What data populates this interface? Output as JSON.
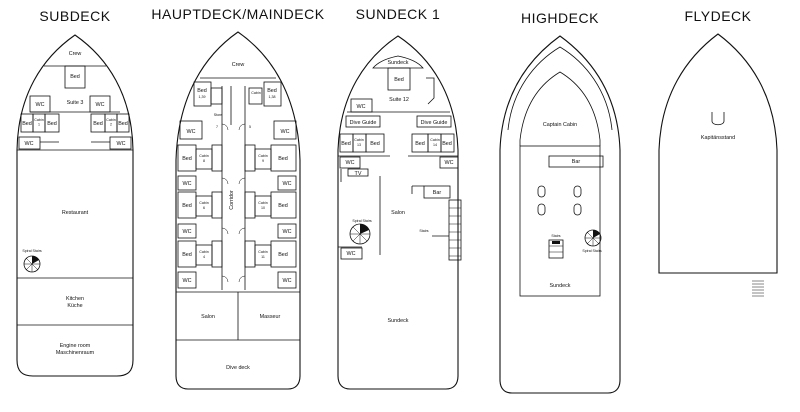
{
  "decks": {
    "subdeck": {
      "title": "SUBDECK",
      "crew": "Crew",
      "bed": "Bed",
      "suite": "Suite 3",
      "wc": "WC",
      "cabin_1": "Cabin\n1",
      "cabin_2": "Cabin\n2",
      "restaurant": "Restaurant",
      "spiral_stairs": "Spiral Stairs",
      "kitchen_en": "Kitchen",
      "kitchen_de": "Küche",
      "engine_en": "Engine room",
      "engine_de": "Maschinenraum"
    },
    "maindeck": {
      "title": "HAUPTDECK/MAINDECK",
      "crew": "Crew",
      "bed": "Bed",
      "bed_139": "1,39",
      "bed_138": "1,38",
      "store": "Store",
      "cabin": "Cabin",
      "cabin_nums": [
        "8",
        "9",
        "6",
        "10",
        "4",
        "11",
        "7",
        "5"
      ],
      "wc": "WC",
      "corridor": "Corridor",
      "salon": "Salon",
      "masseur": "Masseur",
      "dive_deck": "Dive deck"
    },
    "sundeck1": {
      "title": "SUNDECK 1",
      "sundeck_top": "Sundeck",
      "bed": "Bed",
      "suite": "Suite 12",
      "wc": "WC",
      "dive_guide": "Dive Guide",
      "cabin": "Cabin",
      "cabin_13": "13",
      "cabin_14": "14",
      "tv": "TV",
      "bar": "Bar",
      "salon": "Salon",
      "spiral_stairs": "Spiral Stairs",
      "stairs": "Stairs",
      "sundeck_bottom": "Sundeck"
    },
    "highdeck": {
      "title": "HIGHDECK",
      "captain_cabin": "Captain Cabin",
      "bar": "Bar",
      "stairs": "Stairs",
      "spiral_stairs": "Spiral Stairs",
      "sundeck": "Sundeck"
    },
    "flydeck": {
      "title": "FLYDECK",
      "kapitaensstand": "Kapitänsstand"
    }
  }
}
